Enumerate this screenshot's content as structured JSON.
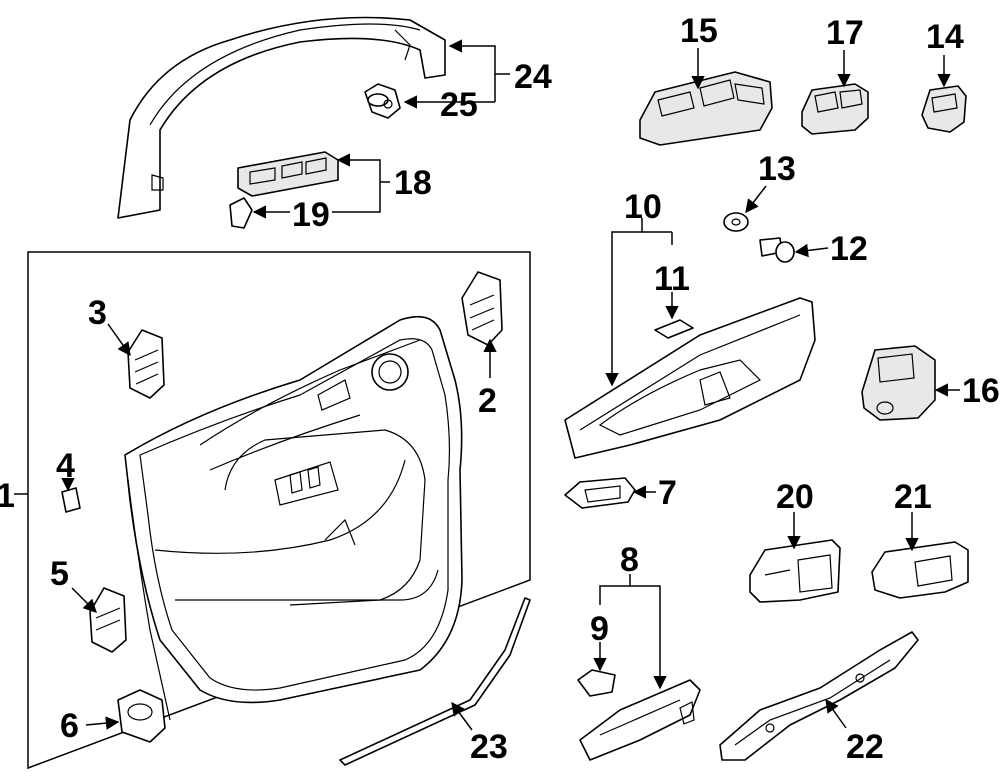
{
  "diagram": {
    "callouts": {
      "c1": "1",
      "c2": "2",
      "c3": "3",
      "c4": "4",
      "c5": "5",
      "c6": "6",
      "c7": "7",
      "c8": "8",
      "c9": "9",
      "c10": "10",
      "c11": "11",
      "c12": "12",
      "c13": "13",
      "c14": "14",
      "c15": "15",
      "c16": "16",
      "c17": "17",
      "c18": "18",
      "c19": "19",
      "c20": "20",
      "c21": "21",
      "c22": "22",
      "c23": "23",
      "c24": "24",
      "c25": "25"
    },
    "colors": {
      "line": "#000000",
      "background": "#ffffff"
    }
  }
}
